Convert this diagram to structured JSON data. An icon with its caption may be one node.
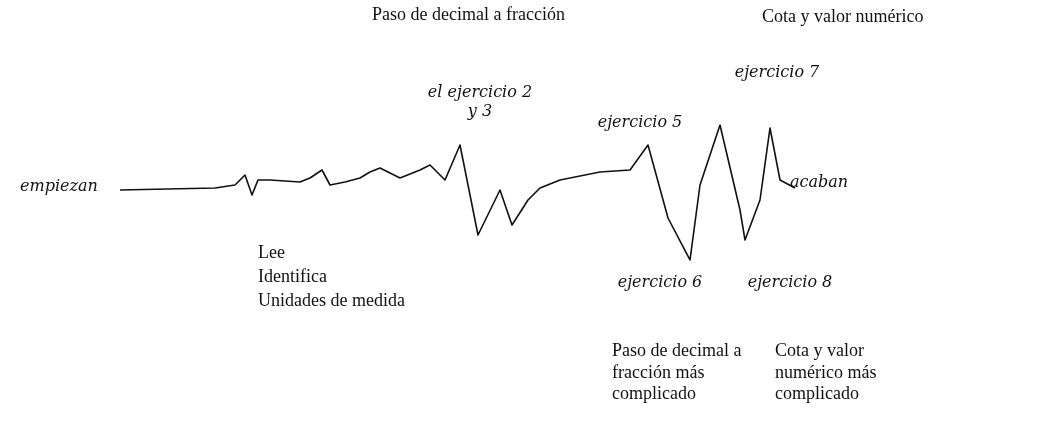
{
  "diagram": {
    "labels": [
      "Paso de decimal a fracción",
      "Cota y valor numérico",
      "el ejercicio 2 y 3",
      "ejercicio 5",
      "ejercicio 7",
      "empiezan",
      "acaban",
      "Lee",
      "Identifica",
      "Unidades de medida",
      "ejercicio 6",
      "ejercicio 8",
      "Paso de decimal a fracción más complicado",
      "Cota y valor numérico más complicado"
    ]
  }
}
